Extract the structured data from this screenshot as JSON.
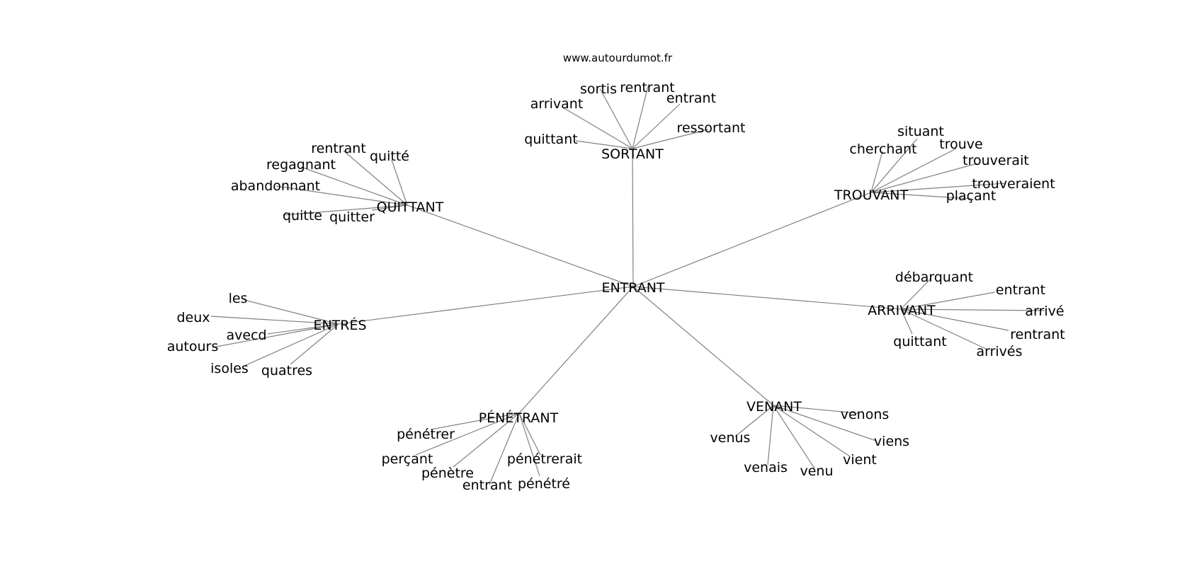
{
  "watermark": "www.autourdumot.fr",
  "center": "ENTRANT",
  "clusters": [
    {
      "hub": "SORTANT",
      "words": [
        "arrivant",
        "sortis",
        "rentrant",
        "entrant",
        "ressortant",
        "quittant"
      ]
    },
    {
      "hub": "QUITTANT",
      "words": [
        "rentrant",
        "quitté",
        "regagnant",
        "abandonnant",
        "quitte",
        "quitter"
      ]
    },
    {
      "hub": "TROUVANT",
      "words": [
        "situant",
        "cherchant",
        "trouve",
        "trouverait",
        "trouveraient",
        "plaçant"
      ]
    },
    {
      "hub": "ARRIVANT",
      "words": [
        "débarquant",
        "entrant",
        "arrivé",
        "rentrant",
        "arrivés",
        "quittant"
      ]
    },
    {
      "hub": "ENTRÉS",
      "words": [
        "les",
        "deux",
        "avecd",
        "autours",
        "isoles",
        "quatres"
      ]
    },
    {
      "hub": "PÉNÉTRANT",
      "words": [
        "pénétrer",
        "perçant",
        "pénètre",
        "entrant",
        "pénétrerait",
        "pénétré"
      ]
    },
    {
      "hub": "VENANT",
      "words": [
        "venons",
        "venus",
        "viens",
        "vient",
        "venais",
        "venu"
      ]
    }
  ]
}
